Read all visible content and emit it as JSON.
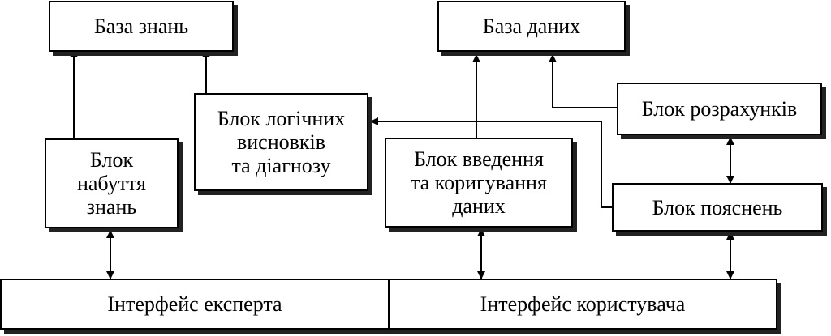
{
  "diagram": {
    "boxes": {
      "knowledge_base": "База знань",
      "database": "База даних",
      "inference_block": [
        "Блок логічних",
        "висновків",
        "та діагнозу"
      ],
      "calc_block": "Блок розрахунків",
      "acquisition_block": [
        "Блок",
        "набуття",
        "знань"
      ],
      "input_block": [
        "Блок введення",
        "та коригування",
        "даних"
      ],
      "explain_block": "Блок пояснень",
      "expert_interface": "Інтерфейс експерта",
      "user_interface": "Інтерфейс користувача"
    }
  }
}
